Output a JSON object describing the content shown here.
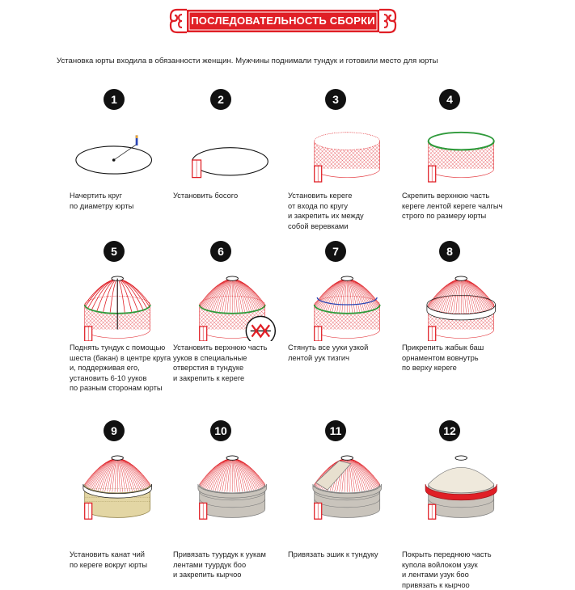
{
  "header": {
    "title": "ПОСЛЕДОВАТЕЛЬНОСТЬ СБОРКИ"
  },
  "intro": "Установка юрты входила в обязанности женщин. Мужчины поднимали тундук и готовили место для юрты",
  "colors": {
    "accent": "#e01f26",
    "lattice": "#e01f26",
    "green": "#2f9a3b",
    "blue": "#2b46b4",
    "felt": "#c9c4bc",
    "reed": "#e3d6a4",
    "black": "#111111"
  },
  "steps": [
    {
      "num": "1",
      "caption": "Начертить круг\nпо диаметру юрты"
    },
    {
      "num": "2",
      "caption": "Установить босого"
    },
    {
      "num": "3",
      "caption": "Установить кереге\nот входа по кругу\nи закрепить их между\nсобой веревками"
    },
    {
      "num": "4",
      "caption": "Скрепить верхнюю часть\nкереге лентой кереге чалгыч\nстрого по размеру юрты"
    },
    {
      "num": "5",
      "caption": "Поднять тундук с помощью\nшеста (бакан) в центре круга\nи, поддерживая его,\nустановить 6-10 ууков\nпо разным сторонам юрты"
    },
    {
      "num": "6",
      "caption": "Установить верхнюю часть\nууков в специальные\nотверстия в тундуке\nи закрепить к кереге"
    },
    {
      "num": "7",
      "caption": "Стянуть все ууки узкой\nлентой уук тизгич"
    },
    {
      "num": "8",
      "caption": "Прикрепить жабык баш\nорнаментом вовнутрь\nпо верху кереге"
    },
    {
      "num": "9",
      "caption": "Установить канат чий\nпо кереге вокруг юрты"
    },
    {
      "num": "10",
      "caption": "Привязать туурдук к уукам\nлентами туурдук боо\nи закрепить кырчоо"
    },
    {
      "num": "11",
      "caption": "Привязать эшик к тундуку"
    },
    {
      "num": "12",
      "caption": "Покрыть переднюю часть\nкупола войлоком узук\nи лентами узук боо\nпривязать к кырчоо"
    }
  ]
}
